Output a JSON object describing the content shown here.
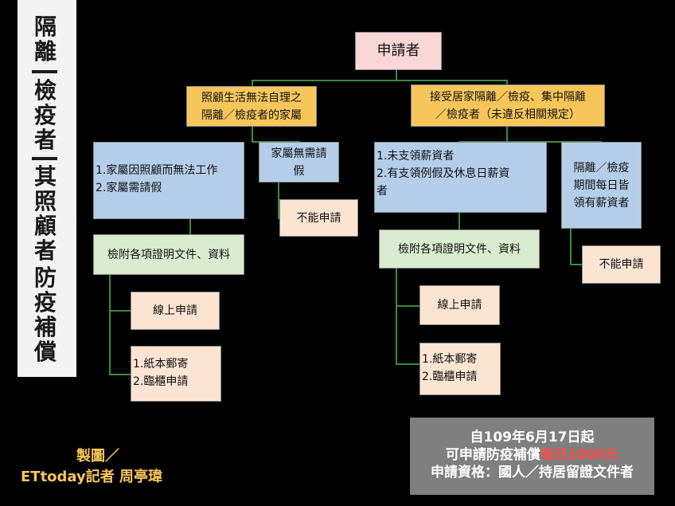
{
  "title": {
    "line1": "隔離",
    "line2": "檢疫者",
    "line3": "其照顧者",
    "line4": "防疫補償"
  },
  "root": "申請者",
  "left_branch": {
    "header_line1": "照顧生活無法自理之",
    "header_line2": "隔離／檢疫者的家屬",
    "conditions_line1": "1.家屬因照顧而無法工作",
    "conditions_line2": "2.家屬需請假",
    "no_leave_line1": "家屬無需請",
    "no_leave_line2": "假",
    "no_leave_result": "不能申請",
    "docs": "檢附各項證明文件、資料",
    "online": "線上申請",
    "offline_line1": "1.紙本郵寄",
    "offline_line2": "2.臨櫃申請"
  },
  "right_branch": {
    "header_line1": "接受居家隔離／檢疫、集中隔離",
    "header_line2": "／檢疫者（未違反相關規定）",
    "conditions_line1": "1.未支領薪資者",
    "conditions_line2": "2.有支領例假及休息日薪資",
    "conditions_line3": "者",
    "paid_line1": "隔離／檢疫",
    "paid_line2": "期間每日皆",
    "paid_line3": "領有薪資者",
    "paid_result": "不能申請",
    "docs": "檢附各項證明文件、資料",
    "online": "線上申請",
    "offline_line1": "1.紙本郵寄",
    "offline_line2": "2.臨櫃申請"
  },
  "credit": {
    "line1": "製圖／",
    "line2": "ETtoday記者 周亭瑋"
  },
  "info": {
    "line1": "自109年6月17日起",
    "line2_prefix": "可申請防疫補償",
    "line2_highlight": "每日1000元",
    "line3": "申請資格：國人／持居留證文件者"
  },
  "colors": {
    "root": "#f9d7d6",
    "header": "#f7c65a",
    "condition": "#b4cde9",
    "docs": "#d9ecd0",
    "result": "#fbe5d2",
    "connector": "#3d8a3d",
    "highlight": "#ff4b4b"
  }
}
